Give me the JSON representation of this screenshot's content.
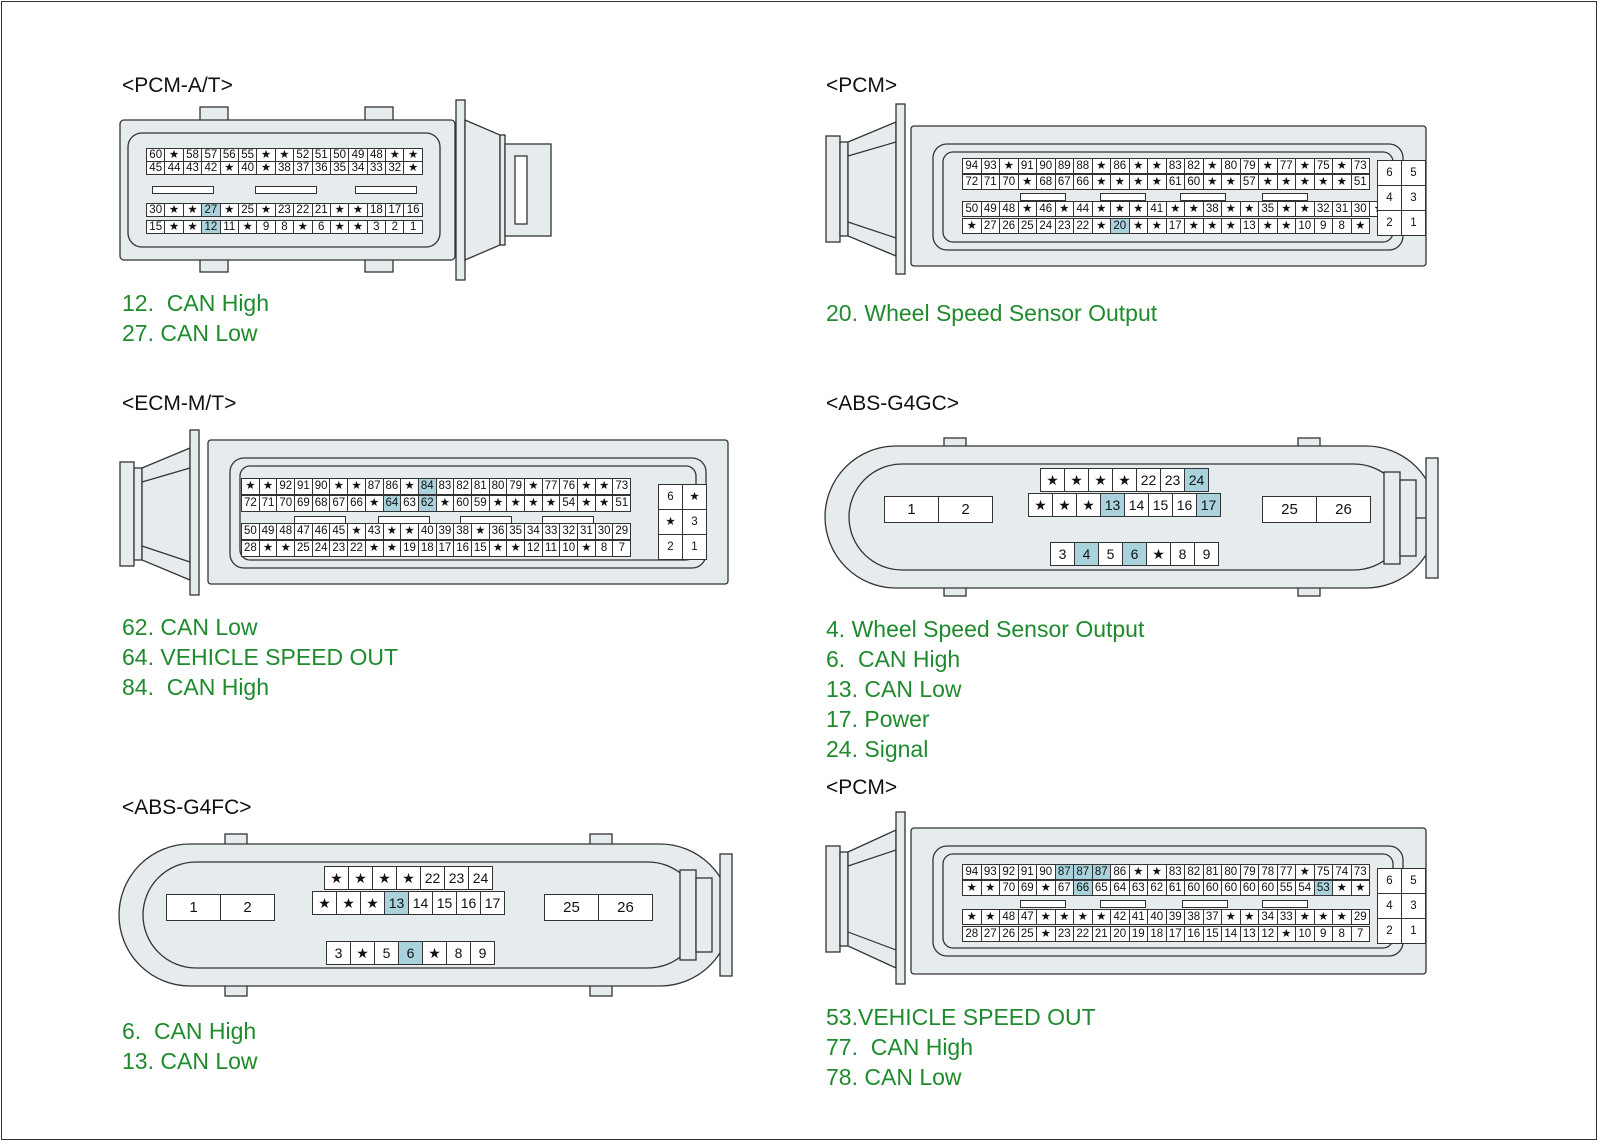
{
  "colors": {
    "housing": "#e6ebee",
    "outline": "#333333",
    "highlight": "#a9d2dc",
    "legend_text": "#1f8a2e"
  },
  "connectors": [
    {
      "title": "<PCM-A/T>",
      "rows": [
        [
          "60",
          "★",
          "58",
          "57",
          "56",
          "55",
          "★",
          "★",
          "52",
          "51",
          "50",
          "49",
          "48",
          "★",
          "★"
        ],
        [
          "45",
          "44",
          "43",
          "42",
          "★",
          "40",
          "★",
          "38",
          "37",
          "36",
          "35",
          "34",
          "33",
          "32",
          "★"
        ],
        [
          "30",
          "★",
          "★",
          "27",
          "★",
          "25",
          "★",
          "23",
          "22",
          "21",
          "★",
          "★",
          "18",
          "17",
          "16"
        ],
        [
          "15",
          "★",
          "★",
          "12",
          "11",
          "★",
          "9",
          "8",
          "★",
          "6",
          "★",
          "★",
          "3",
          "2",
          "1"
        ]
      ],
      "highlight": [
        "27",
        "12"
      ],
      "legend": [
        "12.  CAN High",
        "27. CAN Low"
      ]
    },
    {
      "title": "<PCM>",
      "rows": [
        [
          "94",
          "93",
          "★",
          "91",
          "90",
          "89",
          "88",
          "★",
          "86",
          "★",
          "★",
          "83",
          "82",
          "★",
          "80",
          "79",
          "★",
          "77",
          "★",
          "75",
          "★",
          "73"
        ],
        [
          "72",
          "71",
          "70",
          "★",
          "68",
          "67",
          "66",
          "★",
          "★",
          "★",
          "★",
          "61",
          "60",
          "★",
          "★",
          "57",
          "★",
          "★",
          "★",
          "★",
          "★",
          "51"
        ],
        [
          "50",
          "49",
          "48",
          "★",
          "46",
          "★",
          "44",
          "★",
          "★",
          "★",
          "41",
          "★",
          "★",
          "38",
          "★",
          "★",
          "35",
          "★",
          "★",
          "32",
          "31",
          "30",
          "★"
        ],
        [
          "★",
          "27",
          "26",
          "25",
          "24",
          "23",
          "22",
          "★",
          "20",
          "★",
          "★",
          "17",
          "★",
          "★",
          "★",
          "13",
          "★",
          "★",
          "10",
          "9",
          "8",
          "★"
        ]
      ],
      "side": [
        [
          "6",
          "5"
        ],
        [
          "4",
          "3"
        ],
        [
          "2",
          "1"
        ]
      ],
      "highlight": [
        "20"
      ],
      "legend": [
        "20. Wheel Speed Sensor Output"
      ]
    },
    {
      "title": "<ECM-M/T>",
      "rows": [
        [
          "★",
          "★",
          "92",
          "91",
          "90",
          "★",
          "★",
          "87",
          "86",
          "★",
          "84",
          "83",
          "82",
          "81",
          "80",
          "79",
          "★",
          "77",
          "76",
          "★",
          "★",
          "73"
        ],
        [
          "72",
          "71",
          "70",
          "69",
          "68",
          "67",
          "66",
          "★",
          "64",
          "63",
          "62",
          "★",
          "60",
          "59",
          "★",
          "★",
          "★",
          "★",
          "54",
          "★",
          "★",
          "51"
        ],
        [
          "50",
          "49",
          "48",
          "47",
          "46",
          "45",
          "★",
          "43",
          "★",
          "★",
          "40",
          "39",
          "38",
          "★",
          "36",
          "35",
          "34",
          "33",
          "32",
          "31",
          "30",
          "29"
        ],
        [
          "28",
          "★",
          "★",
          "25",
          "24",
          "23",
          "22",
          "★",
          "★",
          "19",
          "18",
          "17",
          "16",
          "15",
          "★",
          "★",
          "12",
          "11",
          "10",
          "★",
          "8",
          "7"
        ]
      ],
      "side": [
        [
          "6",
          "★"
        ],
        [
          "★",
          "3"
        ],
        [
          "2",
          "1"
        ]
      ],
      "highlight": [
        "84",
        "64",
        "62"
      ],
      "legend": [
        "62. CAN Low",
        "64. VEHICLE SPEED OUT",
        "84.  CAN High"
      ]
    },
    {
      "title": "<ABS-G4GC>",
      "rows": [
        [
          "★",
          "★",
          "★",
          "★",
          "22",
          "23",
          "24"
        ],
        [
          "★",
          "★",
          "★",
          "13",
          "14",
          "15",
          "16",
          "17"
        ],
        [
          "3",
          "4",
          "5",
          "6",
          "★",
          "8",
          "9"
        ]
      ],
      "outer_left": [
        "1",
        "2"
      ],
      "outer_right": [
        "25",
        "26"
      ],
      "highlight": [
        "24",
        "13",
        "17",
        "4",
        "6"
      ],
      "legend": [
        "4. Wheel Speed Sensor Output",
        "6.  CAN High",
        "13. CAN Low",
        "17. Power",
        "24. Signal"
      ]
    },
    {
      "title": "<ABS-G4FC>",
      "rows": [
        [
          "★",
          "★",
          "★",
          "★",
          "22",
          "23",
          "24"
        ],
        [
          "★",
          "★",
          "★",
          "13",
          "14",
          "15",
          "16",
          "17"
        ],
        [
          "3",
          "★",
          "5",
          "6",
          "★",
          "8",
          "9"
        ]
      ],
      "outer_left": [
        "1",
        "2"
      ],
      "outer_right": [
        "25",
        "26"
      ],
      "highlight": [
        "13",
        "6"
      ],
      "legend": [
        "6.  CAN High",
        "13. CAN Low"
      ]
    },
    {
      "title": "<PCM>",
      "rows": [
        [
          "94",
          "93",
          "92",
          "91",
          "90",
          "87",
          "87",
          "87",
          "86",
          "★",
          "★",
          "83",
          "82",
          "81",
          "80",
          "79",
          "78",
          "77",
          "★",
          "75",
          "74",
          "73"
        ],
        [
          "★",
          "★",
          "70",
          "69",
          "★",
          "67",
          "66",
          "65",
          "64",
          "63",
          "62",
          "61",
          "60",
          "60",
          "60",
          "60",
          "60",
          "55",
          "54",
          "53",
          "★",
          "★"
        ],
        [
          "★",
          "★",
          "48",
          "47",
          "★",
          "★",
          "★",
          "★",
          "42",
          "41",
          "40",
          "39",
          "38",
          "37",
          "★",
          "★",
          "34",
          "33",
          "★",
          "★",
          "★",
          "29"
        ],
        [
          "28",
          "27",
          "26",
          "25",
          "★",
          "23",
          "22",
          "21",
          "20",
          "19",
          "18",
          "17",
          "16",
          "15",
          "14",
          "13",
          "12",
          "★",
          "10",
          "9",
          "8",
          "7"
        ]
      ],
      "side": [
        [
          "6",
          "5"
        ],
        [
          "4",
          "3"
        ],
        [
          "2",
          "1"
        ]
      ],
      "highlight": [
        "87",
        "66",
        "53"
      ],
      "legend": [
        "53.VEHICLE SPEED OUT",
        "77.  CAN High",
        "78. CAN Low"
      ]
    }
  ]
}
